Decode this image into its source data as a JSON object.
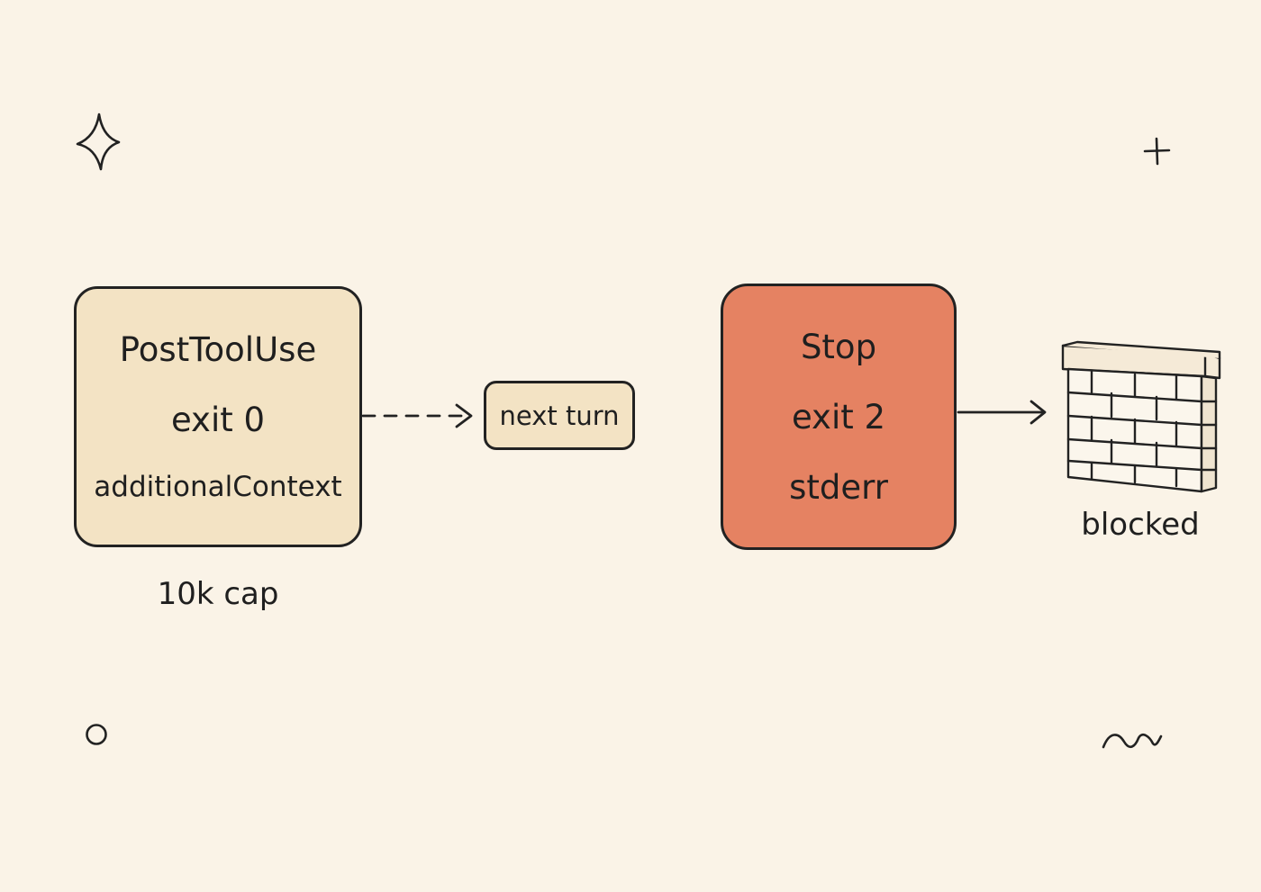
{
  "post_box": {
    "title": "PostToolUse",
    "exit": "exit 0",
    "context": "additionalContext",
    "caption": "10k cap"
  },
  "next_box": {
    "label": "next turn"
  },
  "stop_box": {
    "title": "Stop",
    "exit": "exit 2",
    "stream": "stderr"
  },
  "wall": {
    "caption": "blocked"
  },
  "colors": {
    "background": "#faf3e7",
    "cream_box": "#f3e3c4",
    "stop_box": "#e58262",
    "ink": "#222222"
  },
  "icons": [
    "sparkle-icon",
    "plus-icon",
    "circle-icon",
    "squiggle-icon",
    "brick-wall-icon"
  ]
}
